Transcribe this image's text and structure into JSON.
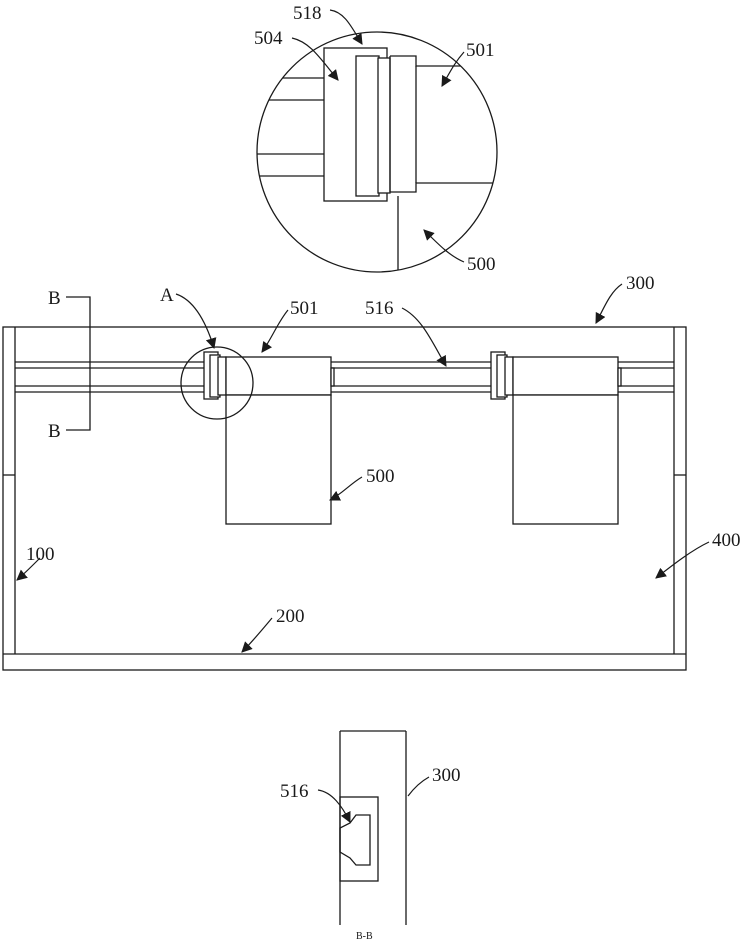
{
  "labels": {
    "detail_518": "518",
    "detail_504": "504",
    "detail_501": "501",
    "detail_500": "500",
    "main_300": "300",
    "main_501": "501",
    "main_516": "516",
    "main_a": "A",
    "main_b_top": "B",
    "main_b_bottom": "B",
    "main_500": "500",
    "main_400": "400",
    "main_100": "100",
    "main_200": "200",
    "section_516": "516",
    "section_300": "300",
    "section_caption": "B-B"
  }
}
